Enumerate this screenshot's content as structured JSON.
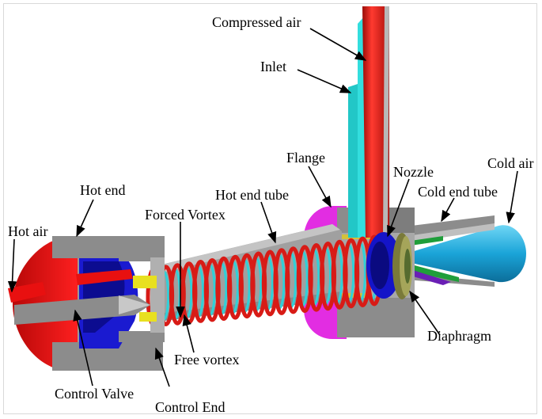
{
  "labels": {
    "compressed_air": "Compressed air",
    "inlet": "Inlet",
    "flange": "Flange",
    "nozzle": "Nozzle",
    "cold_air": "Cold air",
    "hot_end": "Hot end",
    "hot_end_tube": "Hot end tube",
    "cold_end_tube": "Cold end tube",
    "forced_vortex": "Forced Vortex",
    "hot_air": "Hot air",
    "diaphragm": "Diaphragm",
    "free_vortex": "Free vortex",
    "control_valve": "Control Valve",
    "control_end": "Control End"
  },
  "colors": {
    "tube_gray": "#8c8c8c",
    "inlet_red": "#e0201c",
    "inlet_cyan": "#33dede",
    "flange_magenta": "#e22de2",
    "nozzle_blue": "#1414c8",
    "coil_red": "#d81b16",
    "coil_cyan": "#30d0d8",
    "cold_cone": "#1aa4d8",
    "diaphragm_olive": "#7a7a3a",
    "hot_cap_red": "#e81010"
  }
}
